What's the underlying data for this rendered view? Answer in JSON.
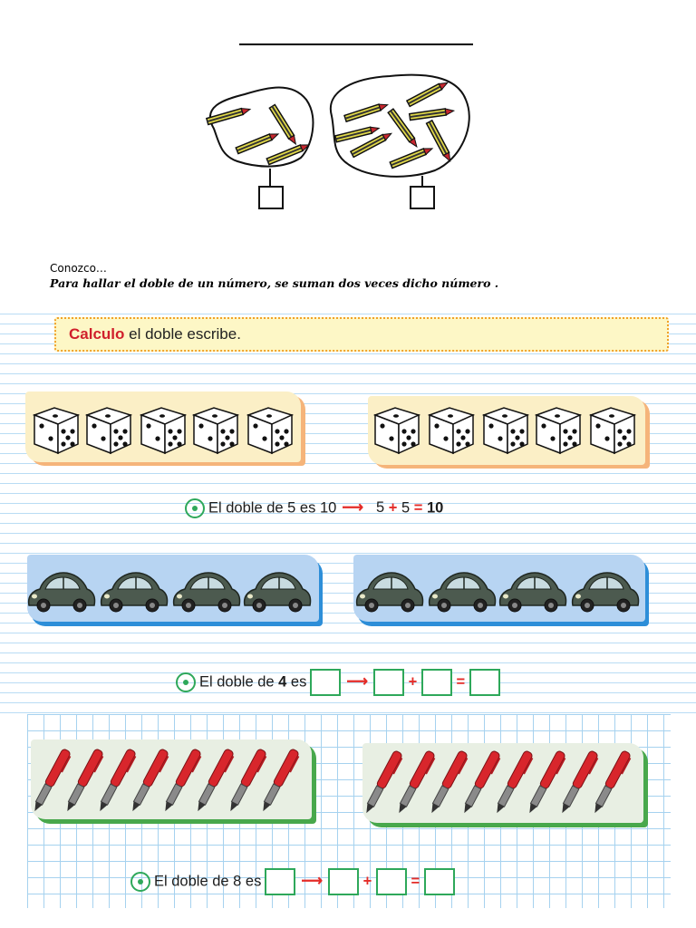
{
  "intro": {
    "label": "Conozco…",
    "rule": "Para hallar el doble de un número, se suman dos veces dicho número ."
  },
  "banner": {
    "highlight": "Calculo",
    "rest": " el doble escribe."
  },
  "example1": {
    "prefix": "El doble de ",
    "n": "5",
    "middle": " es ",
    "result": "10",
    "a": "5",
    "plus": "+",
    "b": "5",
    "equals": "=",
    "sum": "10"
  },
  "example2": {
    "prefix": "El doble de ",
    "n": "4",
    "middle": " es",
    "plus": "+",
    "equals": "="
  },
  "example3": {
    "prefix": "El doble de ",
    "n": "8",
    "middle": " es",
    "plus": "+",
    "equals": "="
  },
  "colors": {
    "accent_red": "#e42c28",
    "bullet_green": "#2ea85a",
    "dice_panel": "#fbefc6",
    "car_panel": "#b7d4f2",
    "pen_panel": "#e8efe3"
  }
}
